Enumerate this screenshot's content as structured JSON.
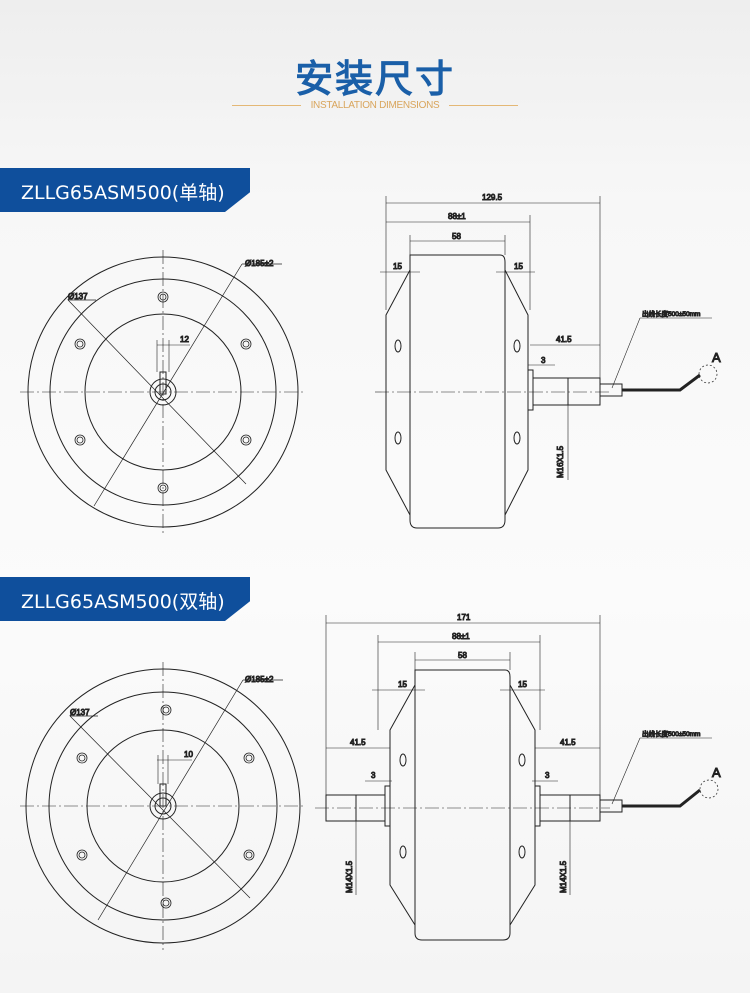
{
  "header": {
    "title": "安装尺寸",
    "subtitle": "INSTALLATION  DIMENSIONS"
  },
  "sections": [
    {
      "label": "ZLLG65ASM500(单轴)",
      "dims": {
        "outer_dia": "Ø185±2",
        "bolt_dia": "Ø137",
        "key": "12",
        "total": "129.5",
        "body": "88±1",
        "inner": "58",
        "flange_l": "15",
        "flange_r": "15",
        "shaft": "41.5",
        "step": "3",
        "thread": "M16X1.5",
        "cable": "出线长度500±50mm",
        "detail": "A"
      }
    },
    {
      "label": "ZLLG65ASM500(双轴)",
      "dims": {
        "outer_dia": "Ø185±2",
        "bolt_dia": "Ø137",
        "key": "10",
        "total": "171",
        "body": "88±1",
        "inner": "58",
        "flange_l": "15",
        "flange_r": "15",
        "shaft_l": "41.5",
        "shaft_r": "41.5",
        "step_l": "3",
        "step_r": "3",
        "thread_l": "M14X1.5",
        "thread_r": "M14X1.5",
        "cable": "出线长度500±50mm",
        "detail": "A"
      }
    }
  ],
  "colors": {
    "accent": "#0f4f9c",
    "title": "#1a5fa8",
    "gold": "#e4b876"
  }
}
